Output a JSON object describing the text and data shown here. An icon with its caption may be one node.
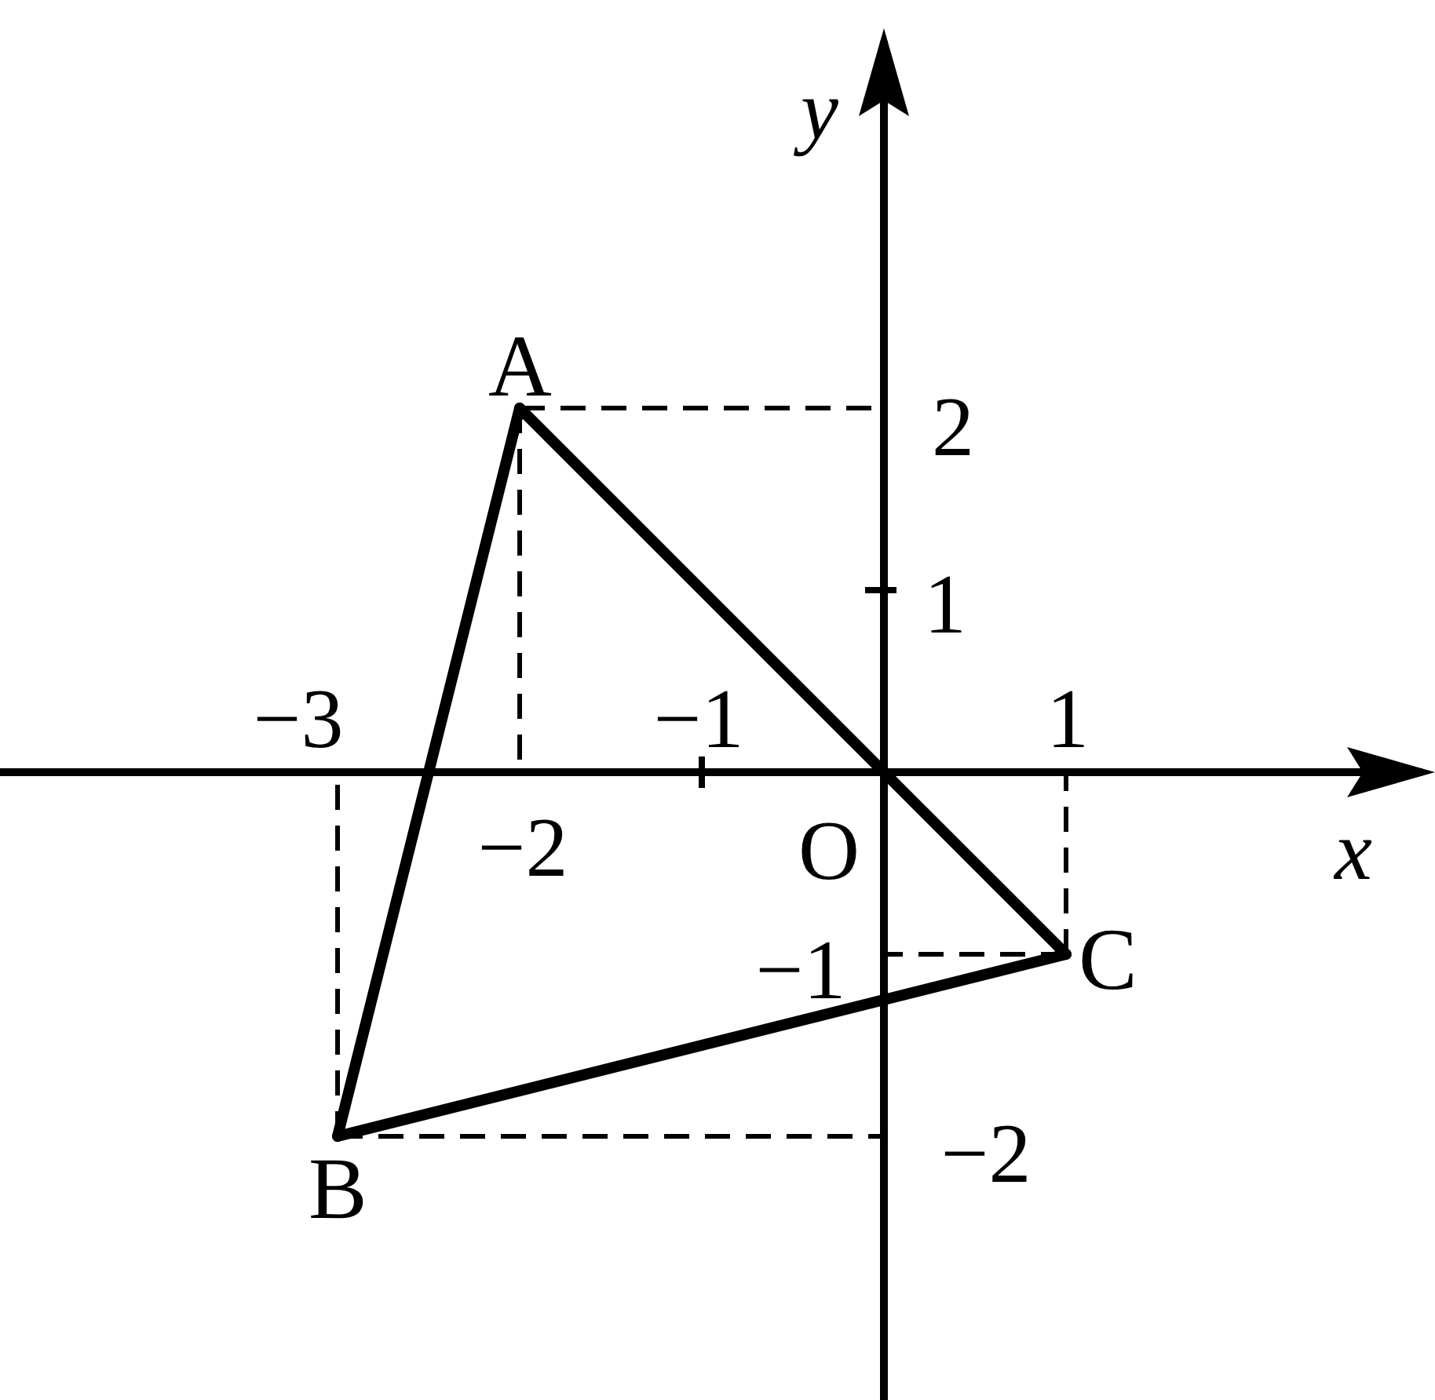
{
  "diagram": {
    "nodes": [
      {
        "text": [
          "A"
        ]
      },
      {
        "text": [
          "B"
        ]
      },
      {
        "text": [
          "C"
        ]
      }
    ],
    "edges": [
      {
        "from": 0,
        "to": 1,
        "arrow": "none"
      },
      {
        "from": 1,
        "to": 2,
        "arrow": "none"
      },
      {
        "from": 2,
        "to": 0,
        "arrow": "none"
      }
    ],
    "labels": [
      "y",
      "2",
      "1",
      "−3",
      "−1",
      "1",
      "−2",
      "O",
      "x",
      "−1",
      "−2"
    ]
  }
}
